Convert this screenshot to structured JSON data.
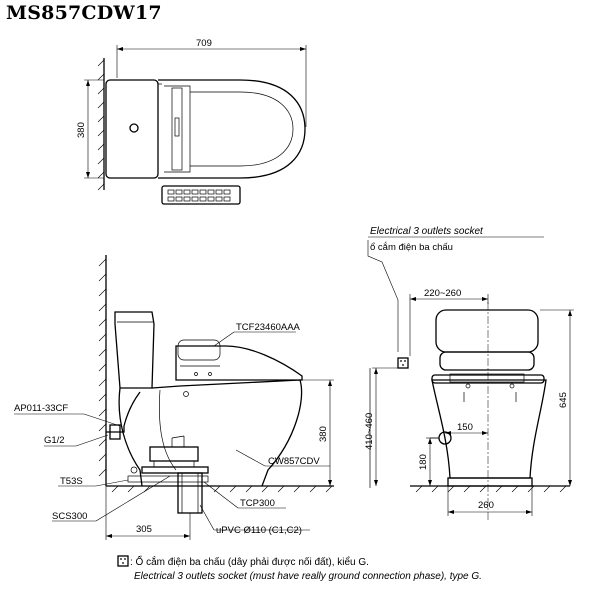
{
  "title": "MS857CDW17",
  "top_view": {
    "dim_length": "709",
    "dim_width": "380"
  },
  "side_view": {
    "seat_model": "TCF23460AAA",
    "bowl_model": "CW857CDV",
    "stop_valve": "AP011-33CF",
    "thread": "G1/2",
    "flange_part": "T53S",
    "gasket_part": "SCS300",
    "adapter_part": "TCP300",
    "pipe": "uPVC Ø110 (C1,C2)",
    "dim_height": "380",
    "dim_offset": "305"
  },
  "front_view": {
    "socket_label_en": "Electrical 3 outlets socket",
    "socket_label_vi": "ổ cắm điện ba chấu",
    "dim_top": "220~260",
    "dim_height_range": "410~460",
    "dim_total_height": "645",
    "dim_150": "150",
    "dim_180": "180",
    "dim_base": "260"
  },
  "footnote": {
    "line_vi": ": Ổ cắm điện ba chấu (dây phải được nối đất), kiểu G.",
    "line_en": "Electrical 3 outlets socket (must have really ground connection phase), type G."
  }
}
